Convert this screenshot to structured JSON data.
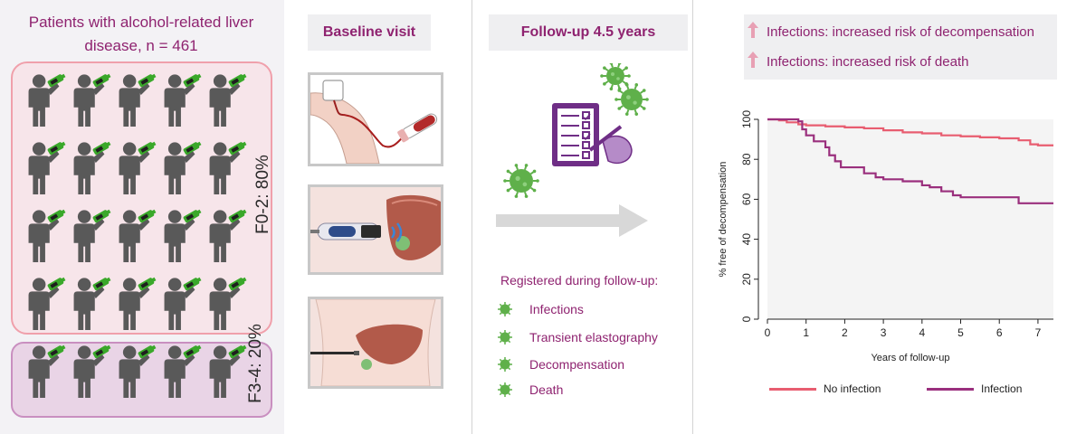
{
  "panel1": {
    "title_line1": "Patients with alcohol-related liver",
    "title_line2": "disease, n = 461",
    "group_f02_label": "F0-2: 80%",
    "group_f34_label": "F3-4: 20%"
  },
  "panel2": {
    "title": "Baseline visit"
  },
  "panel3": {
    "title": "Follow-up 4.5 years",
    "registered_title": "Registered during follow-up:",
    "items": [
      "Infections",
      "Transient elastography",
      "Decompensation",
      "Death"
    ]
  },
  "panel4": {
    "finding1": "Infections: increased risk of decompensation",
    "finding2": "Infections: increased risk of death"
  },
  "colors": {
    "accent": "#8f2370",
    "no_infection": "#e85d70",
    "infection": "#9a2f7d",
    "person": "#595959",
    "bottle": "#3aa82a",
    "virus": "#5fb04a"
  },
  "chart_data": {
    "type": "line",
    "title": "",
    "xlabel": "Years of follow-up",
    "ylabel": "% free of decompensation",
    "xlim": [
      0,
      7.4
    ],
    "ylim": [
      0,
      100
    ],
    "xticks": [
      "0",
      "1",
      "2",
      "3",
      "4",
      "5",
      "6",
      "7"
    ],
    "yticks": [
      "0",
      "20",
      "40",
      "60",
      "80",
      "100"
    ],
    "grid": false,
    "legend_position": "bottom",
    "series": [
      {
        "name": "No infection",
        "color": "#e85d70",
        "points": [
          [
            0,
            100
          ],
          [
            0.3,
            99.5
          ],
          [
            0.5,
            98.5
          ],
          [
            0.8,
            97.5
          ],
          [
            1.0,
            97
          ],
          [
            1.5,
            96.5
          ],
          [
            2.0,
            96
          ],
          [
            2.5,
            95.5
          ],
          [
            3.0,
            94.5
          ],
          [
            3.5,
            93.5
          ],
          [
            4.0,
            93
          ],
          [
            4.5,
            92
          ],
          [
            5.0,
            91.5
          ],
          [
            5.5,
            91
          ],
          [
            6.0,
            90.5
          ],
          [
            6.5,
            89.5
          ],
          [
            6.8,
            87.5
          ],
          [
            7.0,
            87
          ],
          [
            7.4,
            87
          ]
        ]
      },
      {
        "name": "Infection",
        "color": "#9a2f7d",
        "points": [
          [
            0,
            100
          ],
          [
            0.5,
            100
          ],
          [
            0.8,
            99
          ],
          [
            0.9,
            95
          ],
          [
            1.0,
            92
          ],
          [
            1.2,
            89
          ],
          [
            1.5,
            86
          ],
          [
            1.6,
            82
          ],
          [
            1.75,
            79
          ],
          [
            1.9,
            76
          ],
          [
            2.3,
            76
          ],
          [
            2.5,
            73
          ],
          [
            2.8,
            71
          ],
          [
            3.0,
            70
          ],
          [
            3.5,
            69
          ],
          [
            4.0,
            67
          ],
          [
            4.2,
            66
          ],
          [
            4.5,
            64
          ],
          [
            4.8,
            62
          ],
          [
            5.0,
            61
          ],
          [
            6.0,
            61
          ],
          [
            6.5,
            58
          ],
          [
            7.0,
            58
          ],
          [
            7.4,
            58
          ]
        ]
      }
    ]
  }
}
